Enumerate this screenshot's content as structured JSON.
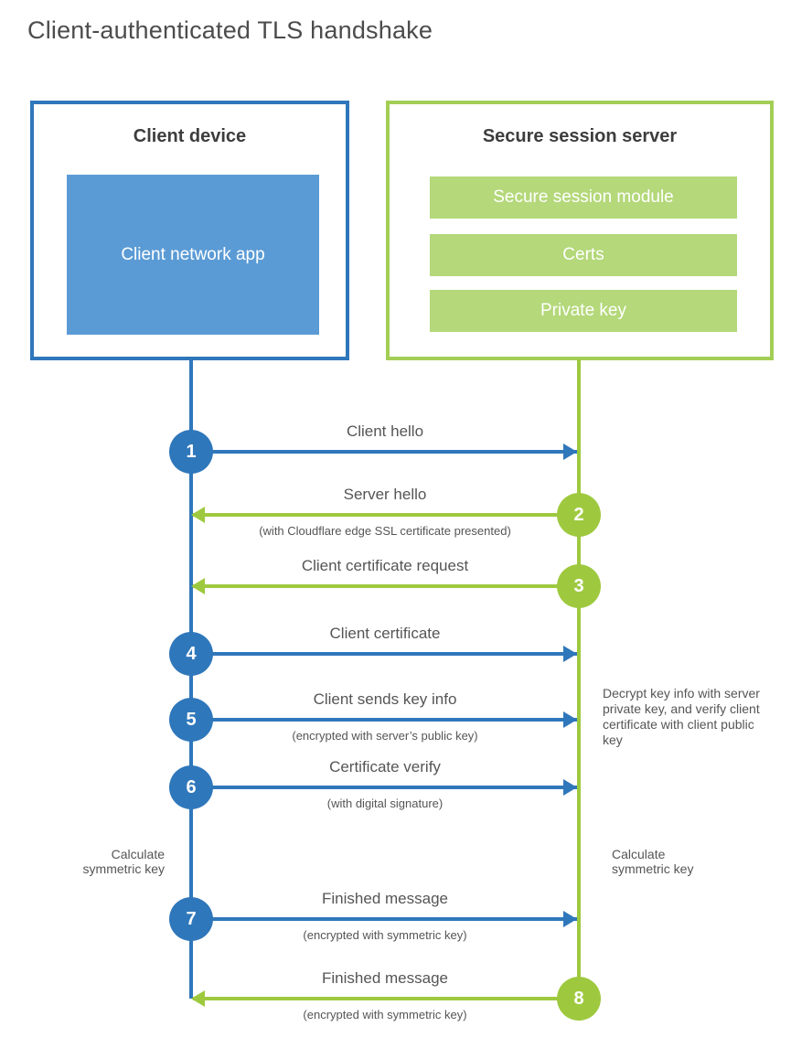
{
  "title": "Client-authenticated TLS handshake",
  "colors": {
    "client_blue": "#2f77bb",
    "client_fill_blue": "#5b9bd5",
    "server_green": "#9ec93f",
    "server_fill_green": "#b4d87a",
    "text_gray": "#555555"
  },
  "client": {
    "title": "Client device",
    "app_label": "Client network app"
  },
  "server": {
    "title": "Secure session server",
    "modules": {
      "0": "Secure session module",
      "1": "Certs",
      "2": "Private key"
    }
  },
  "steps": [
    {
      "num": "1",
      "from": "client",
      "direction": "right",
      "label": "Client hello",
      "sub": ""
    },
    {
      "num": "2",
      "from": "server",
      "direction": "left",
      "label": "Server hello",
      "sub": "(with Cloudflare edge SSL certificate presented)"
    },
    {
      "num": "3",
      "from": "server",
      "direction": "left",
      "label": "Client certificate request",
      "sub": ""
    },
    {
      "num": "4",
      "from": "client",
      "direction": "right",
      "label": "Client certificate",
      "sub": ""
    },
    {
      "num": "5",
      "from": "client",
      "direction": "right",
      "label": "Client sends key info",
      "sub": "(encrypted with server’s public key)"
    },
    {
      "num": "6",
      "from": "client",
      "direction": "right",
      "label": "Certificate verify",
      "sub": "(with digital signature)"
    },
    {
      "num": "7",
      "from": "client",
      "direction": "right",
      "label": "Finished message",
      "sub": "(encrypted with symmetric key)"
    },
    {
      "num": "8",
      "from": "server",
      "direction": "left",
      "label": "Finished message",
      "sub": "(encrypted with symmetric key)"
    }
  ],
  "annotations": {
    "decrypt_note": "Decrypt key info with server private key, and verify client certificate with client public key",
    "calc_left": "Calculate symmetric key",
    "calc_right": "Calculate symmetric key"
  }
}
